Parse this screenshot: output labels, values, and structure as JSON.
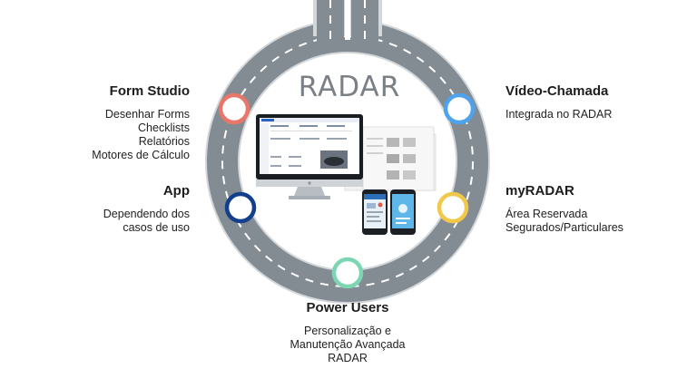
{
  "center_title": "RADAR",
  "nodes": {
    "form_studio": {
      "title": "Form Studio",
      "lines": [
        "Desenhar Forms",
        "Checklists",
        "Relatórios",
        "Motores de Cálculo"
      ],
      "color": "#e8776a"
    },
    "app": {
      "title": "App",
      "lines": [
        "Dependendo dos",
        "casos de uso"
      ],
      "color": "#12408d"
    },
    "video_chamada": {
      "title": "Vídeo-Chamada",
      "lines": [
        "Integrada no RADAR"
      ],
      "color": "#4ea3ec"
    },
    "myradar": {
      "title": "myRADAR",
      "lines": [
        "Área Reservada",
        "Segurados/Particulares"
      ],
      "color": "#f0c84a"
    },
    "power_users": {
      "title": "Power Users",
      "lines": [
        "Personalização e",
        "Manutenção Avançada",
        "RADAR"
      ],
      "color": "#7dd6b3"
    }
  },
  "colors": {
    "road": "#838b93",
    "road_edge": "#d3d7da",
    "lane_marks": "#ffffff"
  }
}
